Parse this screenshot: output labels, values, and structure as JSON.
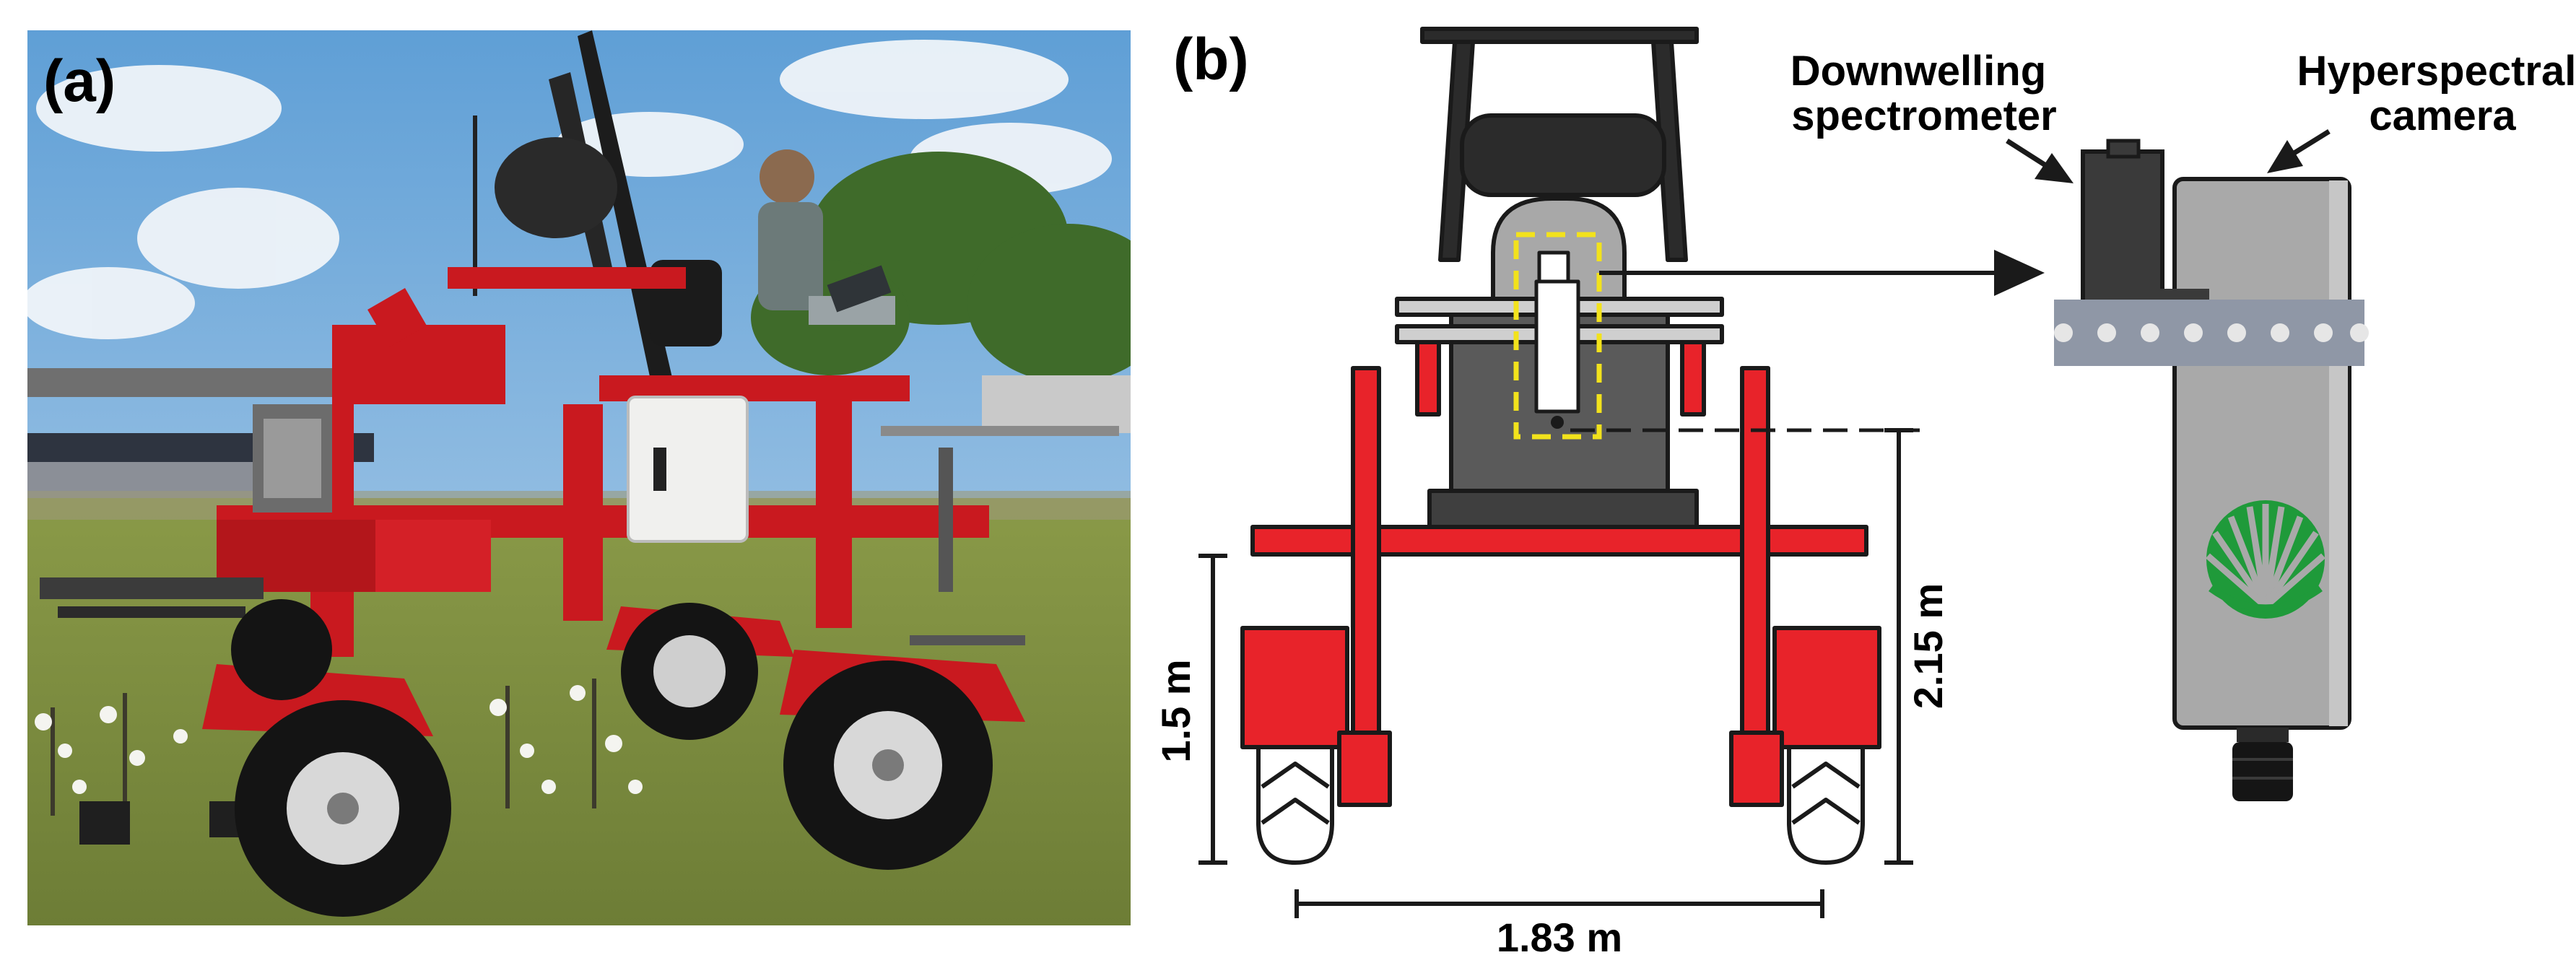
{
  "panel_a": {
    "label": "(a)"
  },
  "panel_b": {
    "label": "(b)",
    "callouts": {
      "spectrometer_line1": "Downwelling",
      "spectrometer_line2": "spectrometer",
      "camera_line1": "Hyperspectral",
      "camera_line2": "camera"
    },
    "dimensions": {
      "height_total": "2.15 m",
      "clearance": "1.5 m",
      "track_width": "1.83 m"
    }
  },
  "colors": {
    "frame_red": "#e8232a",
    "outline": "#1a1a1a",
    "housing_gray": "#5a5a5a",
    "sensor_gray": "#a9a9a9",
    "mount_gray": "#c8c8c8",
    "highlight_yellow": "#f2e21c",
    "logo_green": "#1f9a3a"
  }
}
